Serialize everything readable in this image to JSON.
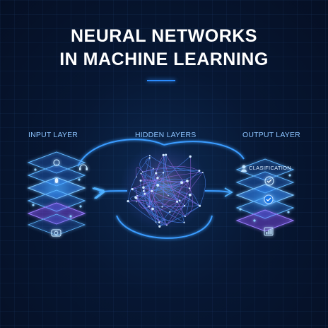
{
  "title": {
    "line1": "NEURAL NETWORKS",
    "line2": "IN MACHINE LEARNING"
  },
  "sections": {
    "input": "INPUT LAYER",
    "hidden": "HIDDEN LAYERS",
    "output": "OUTPUT LAYER"
  },
  "output_card_label": "CLASIFICATION",
  "colors": {
    "background": "#071733",
    "accent": "#2b8cff",
    "glow": "#3ea8ff",
    "purple": "#9b5cff"
  },
  "icons": {
    "input": [
      "brain-icon",
      "headphones-icon",
      "microphone-icon",
      "camera-icon"
    ],
    "output": [
      "person-icon",
      "checkmark-icon",
      "checkmark-badge-icon",
      "bar-chart-icon"
    ]
  }
}
